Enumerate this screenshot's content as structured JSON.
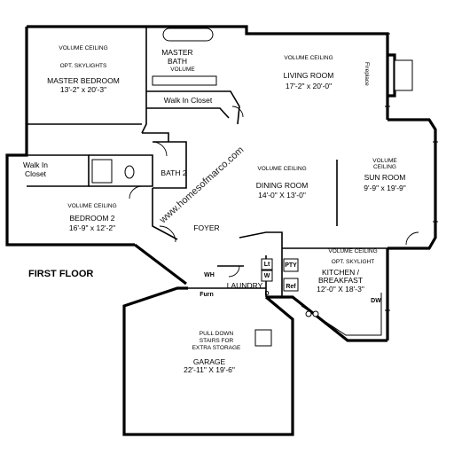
{
  "floor_label": "FIRST FLOOR",
  "watermark": "www.homesofmarco.com",
  "rooms": {
    "master_bedroom": {
      "note1": "VOLUME CEILING",
      "note2": "OPT. SKYLIGHTS",
      "name": "MASTER BEDROOM",
      "dims": "13'-2\" x 20'-3\""
    },
    "master_bath": {
      "name_line1": "MASTER",
      "name_line2": "BATH",
      "note": "VOLUME"
    },
    "walk_in_closet_master": {
      "name": "Walk In Closet"
    },
    "living_room": {
      "note": "VOLUME CEILING",
      "name": "LIVING ROOM",
      "dims": "17'-2\" x 20'-0\""
    },
    "fireplace": {
      "name": "Fireplace"
    },
    "walk_in_closet_bed2": {
      "line1": "Walk In",
      "line2": "Closet"
    },
    "bath2": {
      "name": "BATH 2"
    },
    "dining_room": {
      "note": "VOLUME CEILING",
      "name": "DINING ROOM",
      "dims": "14'-0\" X 13'-0\""
    },
    "sun_room": {
      "note1": "VOLUME",
      "note2": "CEILING",
      "name": "SUN ROOM",
      "dims": "9'-9\" x 19'-9\""
    },
    "bedroom2": {
      "note": "VOLUME CEILING",
      "name": "BEDROOM 2",
      "dims": "16'-9\" x 12'-2\""
    },
    "foyer": {
      "name": "FOYER"
    },
    "kitchen": {
      "note1": "VOLUME CEILING",
      "note2": "OPT. SKYLIGHT",
      "name_line1": "KITCHEN /",
      "name_line2": "BREAKFAST",
      "dims": "12'-0\" X 18'-3\""
    },
    "laundry": {
      "name": "LAUNDRY",
      "wh": "WH",
      "furn": "Furn",
      "lt": "Lt",
      "w": "W",
      "d": "D"
    },
    "kitchen_fixtures": {
      "pty": "PTY",
      "ref": "Ref",
      "dw": "DW"
    },
    "garage": {
      "note1": "PULL DOWN",
      "note2": "STAIRS FOR",
      "note3": "EXTRA STORAGE",
      "name": "GARAGE",
      "dims": "22'-11\" X 19'-6\""
    }
  }
}
